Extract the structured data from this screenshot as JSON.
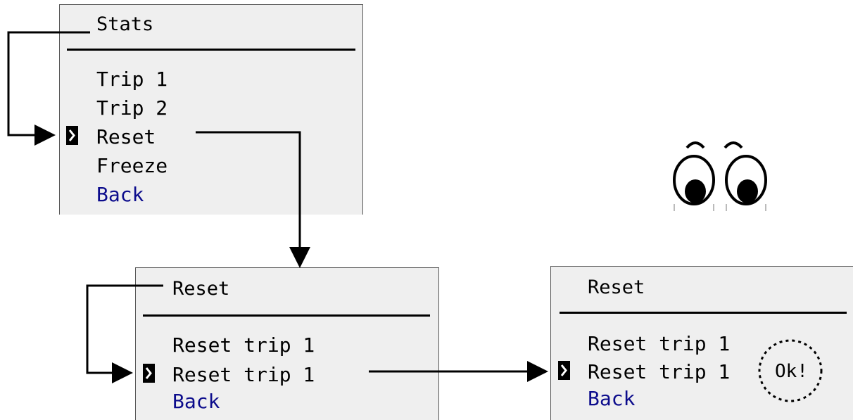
{
  "screens": [
    {
      "title": "Stats",
      "items": [
        "Trip 1",
        "Trip 2",
        "Reset",
        "Freeze",
        "Back"
      ],
      "selected_index": 2
    },
    {
      "title": "Reset",
      "items": [
        "Reset trip 1",
        "Reset trip 1",
        "Back"
      ],
      "selected_index": 1
    },
    {
      "title": "Reset",
      "items": [
        "Reset trip 1",
        "Reset trip 1",
        "Back"
      ],
      "selected_index": 1,
      "confirmation": "Ok!"
    }
  ],
  "colors": {
    "screen_bg": "#efefef",
    "text": "#000000",
    "back_item": "#0c0c8c"
  },
  "icons": {
    "cursor": "chevron-right-cursor-icon",
    "eyes": "looking-eyes-icon"
  }
}
